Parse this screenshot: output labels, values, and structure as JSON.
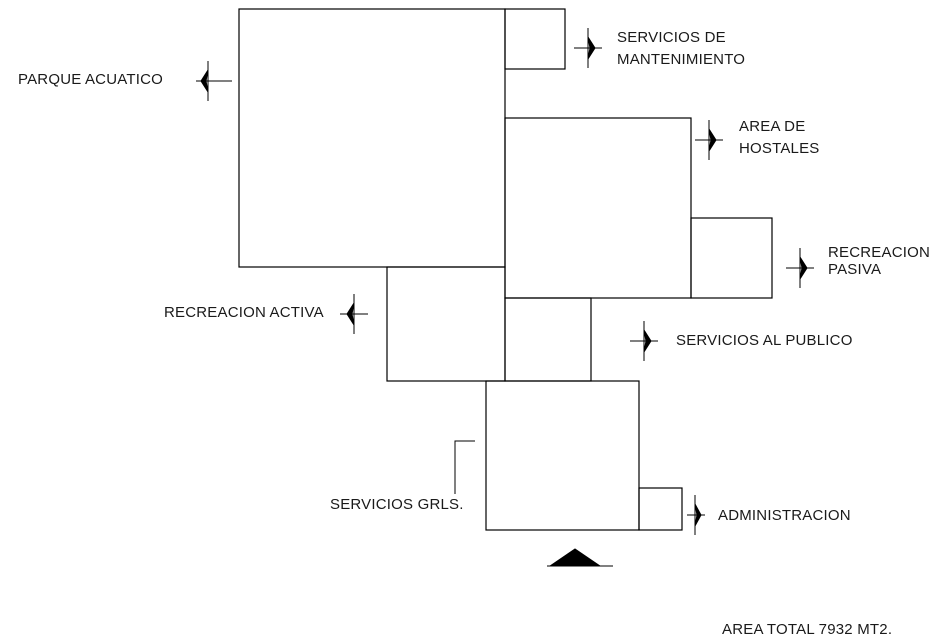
{
  "labels": {
    "parque_acuatico": "PARQUE ACUATICO",
    "servicios_mantenimiento_1": "SERVICIOS DE",
    "servicios_mantenimiento_2": "MANTENIMIENTO",
    "area_hostales_1": "AREA DE",
    "area_hostales_2": "HOSTALES",
    "recreacion_pasiva_1": "RECREACION",
    "recreacion_pasiva_2": "PASIVA",
    "recreacion_activa": "RECREACION ACTIVA",
    "servicios_publico": "SERVICIOS AL PUBLICO",
    "servicios_grls": "SERVICIOS GRLS.",
    "administracion": "ADMINISTRACION"
  },
  "footer": {
    "area_total": "AREA TOTAL 7932 MT2."
  }
}
